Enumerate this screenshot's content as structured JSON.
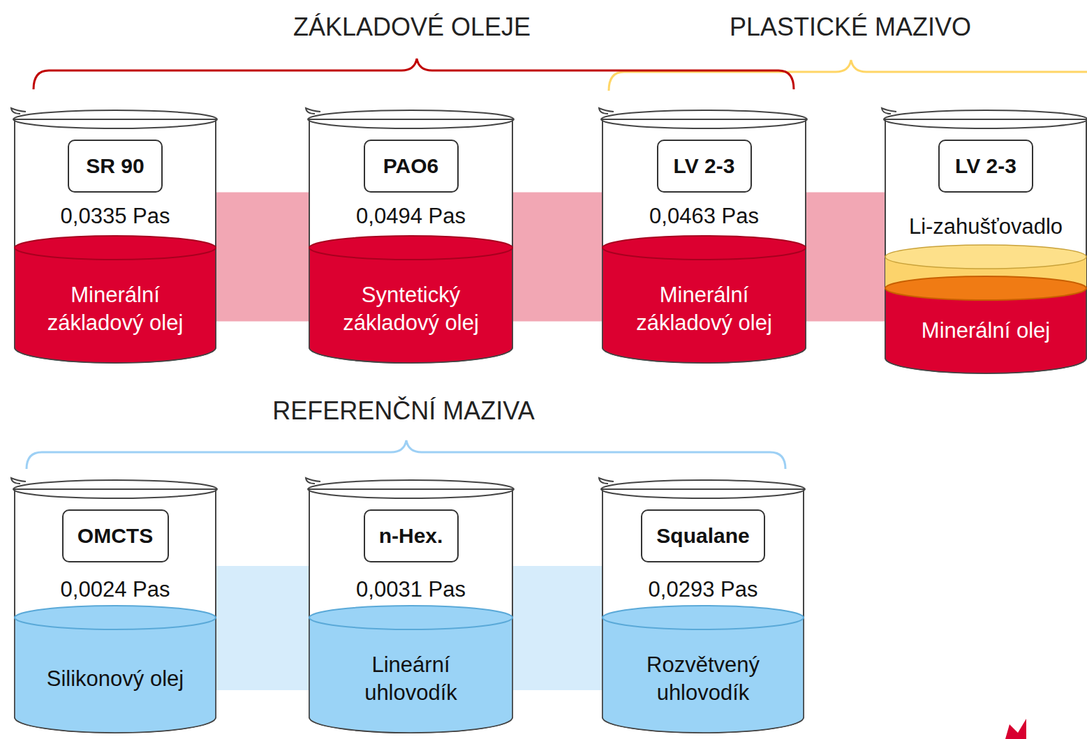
{
  "diagram": {
    "nodes": [
      {
        "text": [
          "0,0335 Pas"
        ]
      },
      {
        "text": [
          "SR 90"
        ],
        "in": 0
      },
      {
        "text": [
          "Minerální základový olej"
        ],
        "in": 0
      },
      {
        "text": [
          "0,0494 Pas"
        ]
      },
      {
        "text": [
          "PAO6"
        ],
        "in": 3
      },
      {
        "text": [
          "Syntetický základový olej"
        ],
        "in": 3
      },
      {
        "text": [
          "0,0463 Pas"
        ]
      },
      {
        "text": [
          "LV 2-3"
        ],
        "in": 6
      },
      {
        "text": [
          "Minerální základový olej"
        ],
        "in": 6
      },
      {
        "text": [
          "Li-zahušťovadlo"
        ]
      },
      {
        "text": [
          "LV 2-3"
        ],
        "in": 9
      },
      {
        "text": [
          "Minerální olej"
        ],
        "in": 9
      },
      {
        "text": [
          "0,0024 Pas"
        ]
      },
      {
        "text": [
          "OMCTS"
        ],
        "in": 12
      },
      {
        "text": [
          "Silikonový olej"
        ],
        "in": 12
      },
      {
        "text": [
          "0,0031 Pas"
        ]
      },
      {
        "text": [
          "n-Hex."
        ],
        "in": 15
      },
      {
        "text": [
          "Lineární uhlovodík"
        ],
        "in": 15
      },
      {
        "text": [
          "0,0293 Pas"
        ]
      },
      {
        "text": [
          "Squalane"
        ],
        "in": 18
      },
      {
        "text": [
          "Rozvětvený uhlovodík"
        ],
        "in": 18
      }
    ],
    "edges": [
      {
        "from": 0,
        "to": 3,
        "arrow": "none"
      },
      {
        "from": 3,
        "to": 6,
        "arrow": "none"
      },
      {
        "from": 6,
        "to": 9,
        "arrow": "none"
      },
      {
        "from": 12,
        "to": 15,
        "arrow": "none"
      },
      {
        "from": 15,
        "to": 18,
        "arrow": "none"
      }
    ],
    "labels": [
      "ZÁKLADOVÉ OLEJE",
      "PLASTICKÉ MAZIVO",
      "REFERENČNÍ MAZIVA"
    ]
  }
}
